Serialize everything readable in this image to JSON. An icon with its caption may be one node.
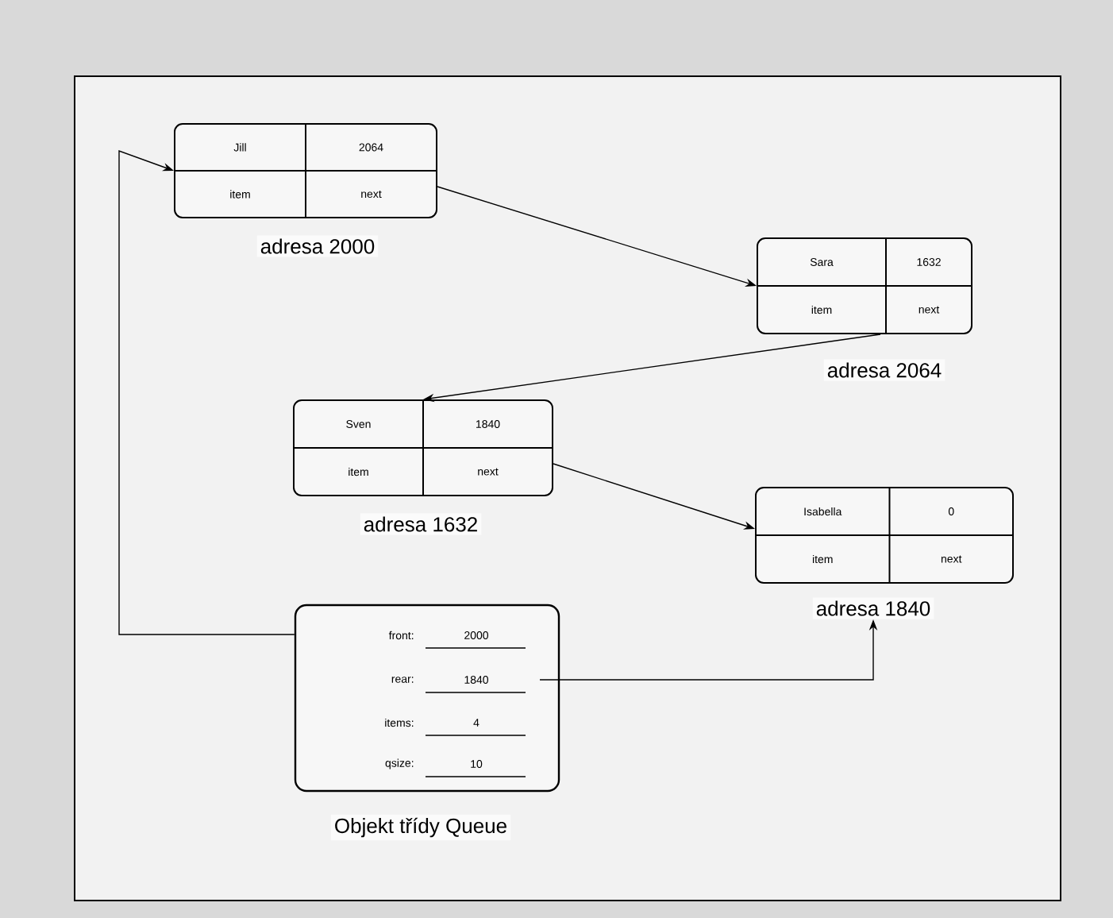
{
  "diagram": {
    "nodes": [
      {
        "text": [
          "Jill",
          "2064",
          "item",
          "next"
        ],
        "beside": [
          "adresa 2000"
        ]
      },
      {
        "text": [
          "Sara",
          "1632",
          "item",
          "next"
        ],
        "beside": [
          "adresa 2064"
        ]
      },
      {
        "text": [
          "Sven",
          "1840",
          "item",
          "next"
        ],
        "beside": [
          "adresa 1632"
        ]
      },
      {
        "text": [
          "Isabella",
          "0",
          "item",
          "next"
        ],
        "beside": [
          "adresa 1840"
        ]
      },
      {
        "text": [
          "front:",
          "2000",
          "rear:",
          "1840",
          "items:",
          "4",
          "qsize:",
          "10"
        ],
        "beside": [
          "Objekt třídy Queue"
        ]
      }
    ],
    "edges": [
      {
        "from": 0,
        "to": 1,
        "arrow": "to"
      },
      {
        "from": 1,
        "to": 2,
        "arrow": "to"
      },
      {
        "from": 2,
        "to": 3,
        "arrow": "to"
      },
      {
        "from": 4,
        "to": 0,
        "arrow": "to"
      },
      {
        "from": 4,
        "to": 3,
        "arrow": "to"
      }
    ]
  }
}
